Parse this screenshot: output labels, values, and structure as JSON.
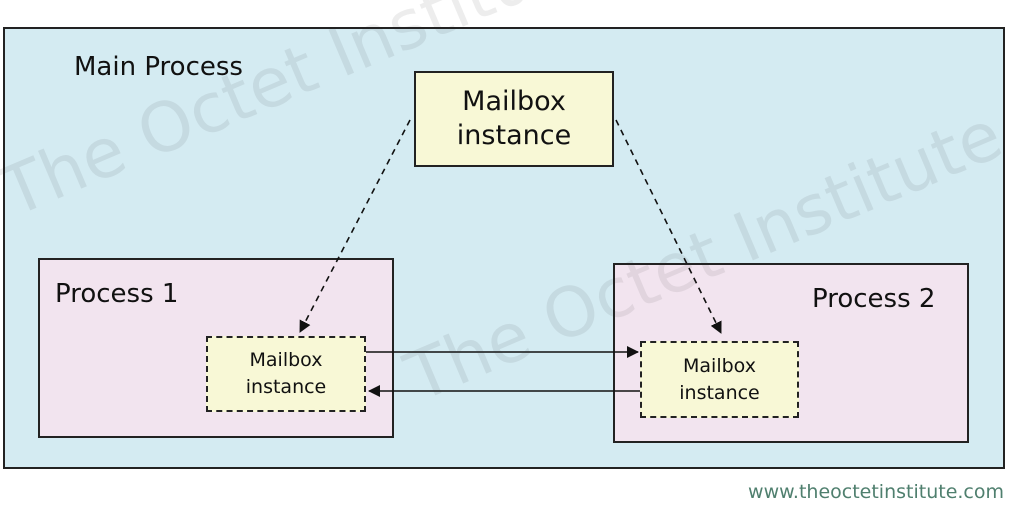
{
  "main_process": {
    "label": "Main Process"
  },
  "central_mailbox": {
    "line1": "Mailbox",
    "line2": "instance"
  },
  "process1": {
    "label": "Process 1",
    "mailbox": {
      "line1": "Mailbox",
      "line2": "instance"
    }
  },
  "process2": {
    "label": "Process 2",
    "mailbox": {
      "line1": "Mailbox",
      "line2": "instance"
    }
  },
  "watermark": "The Octet Institute",
  "footer": "www.theoctetinstitute.com",
  "colors": {
    "main_bg": "#d4ebf2",
    "process_bg": "#f2e4ef",
    "mailbox_bg": "#f8f8d6",
    "footer_text": "#4f7f6e"
  }
}
